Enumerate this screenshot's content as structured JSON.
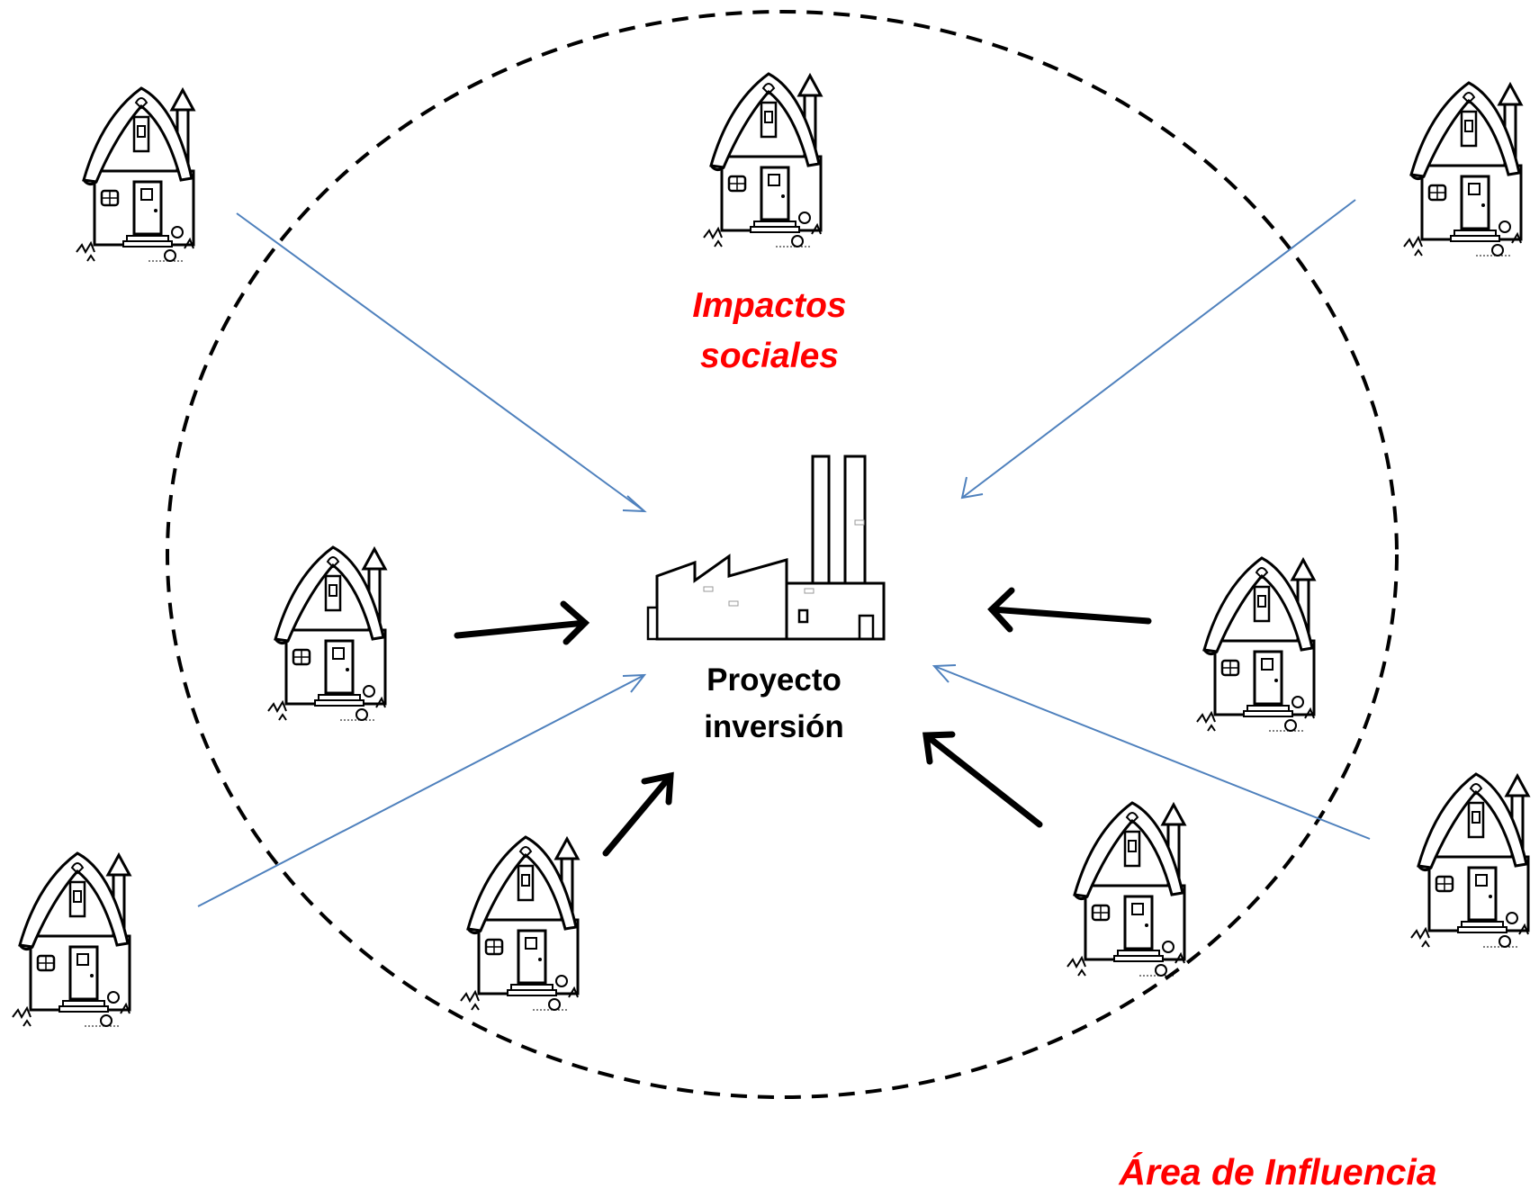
{
  "labels": {
    "impacts_line1": "Impactos",
    "impacts_line2": "sociales",
    "project_line1": "Proyecto",
    "project_line2": "inversión",
    "area": "Área de Influencia"
  },
  "colors": {
    "label_red": "#ff0000",
    "thin_arrow": "#4f81bd",
    "thick_arrow": "#000000",
    "boundary": "#000000"
  },
  "icons": {
    "house": "house-icon",
    "factory": "factory-icon"
  }
}
